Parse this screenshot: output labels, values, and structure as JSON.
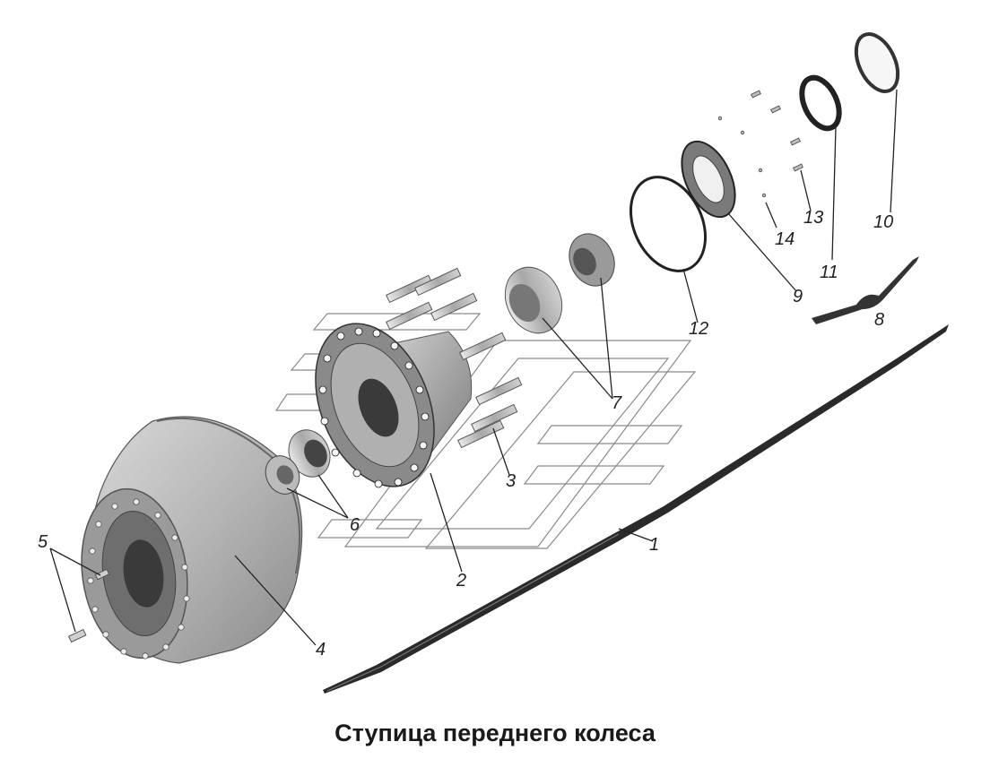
{
  "title": "Ступица переднего колеса",
  "callouts": [
    "1",
    "2",
    "3",
    "4",
    "5",
    "6",
    "7",
    "8",
    "9",
    "10",
    "11",
    "12",
    "13",
    "14"
  ]
}
